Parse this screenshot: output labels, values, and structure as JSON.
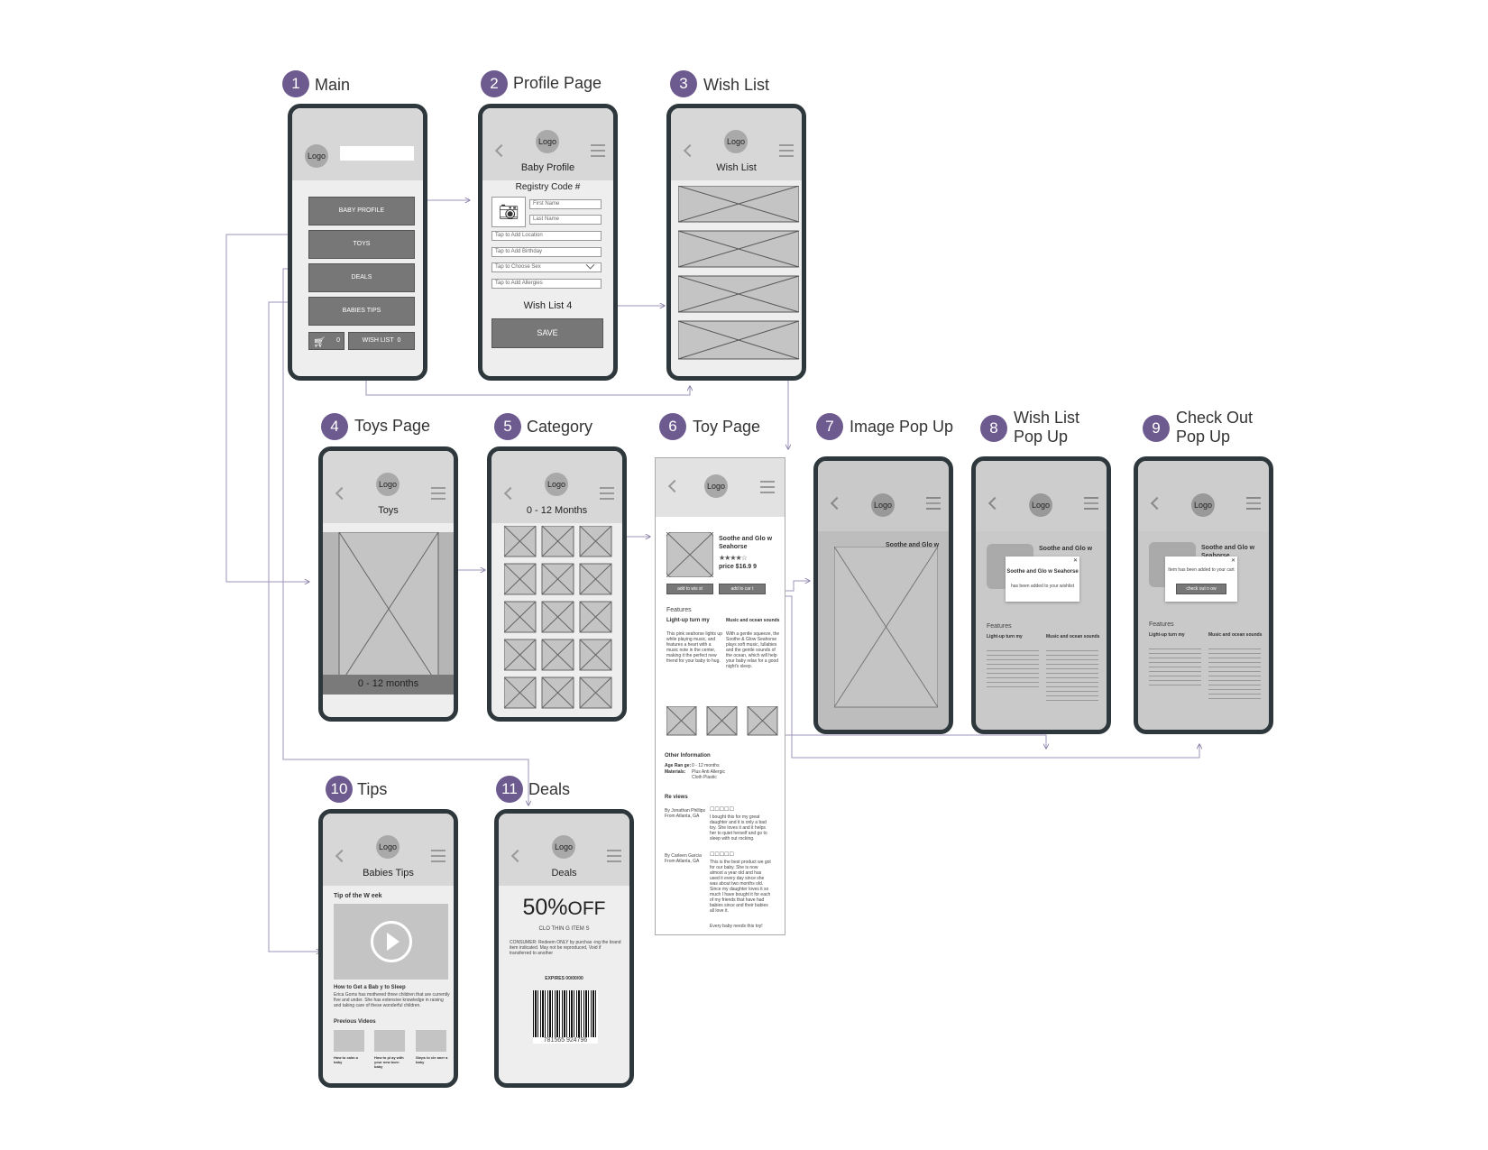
{
  "screens": {
    "s1": {
      "num": "1",
      "title": "Main",
      "logo": "Logo",
      "baby_profile": "BABY PROFILE",
      "toys": "TOYS",
      "deals": "DEALS",
      "babies_tips": "BABIES TIPS",
      "cart_count": "0",
      "wish_list": "WISH LIST",
      "wish_count": "0"
    },
    "s2": {
      "num": "2",
      "title": "Profile Page",
      "logo": "Logo",
      "page_title": "Baby Profile",
      "registry_code": "Registry Code #",
      "first_name": "First Name",
      "last_name": "Last Name",
      "location": "Tap to Add Location",
      "birthday": "Tap to Add Birthday",
      "sex": "Tap to Choose Sex",
      "allergies": "Tap to Add Allergies",
      "wish_list": "Wish List 4",
      "save": "SAVE"
    },
    "s3": {
      "num": "3",
      "title": "Wish List",
      "logo": "Logo",
      "page_title": "Wish List"
    },
    "s4": {
      "num": "4",
      "title": "Toys Page",
      "logo": "Logo",
      "page_title": "Toys",
      "caption": "0 - 12 months"
    },
    "s5": {
      "num": "5",
      "title": "Category",
      "logo": "Logo",
      "page_title": "0 - 12 Months"
    },
    "s6": {
      "num": "6",
      "title": "Toy Page",
      "logo": "Logo",
      "product": "Soothe and Glo w Seahorse",
      "price": "price $16.9 9",
      "add_wishlist": "add to wis  st",
      "add_cart": "add to car  t",
      "features": "Features",
      "feat1_title": "Light-up turn  my",
      "feat1_text": "This pink seahorse lights up while playing music, and features a heart with a music note in the center, making it the perfect new friend for your baby to hug.",
      "feat2_title": "Music and ocean sounds",
      "feat2_text": "With a gentle squeeze, the Soothe & Glow Seahorse plays soft music, lullabies and the gentle sounds of the ocean, which will help your baby relax for a good night's sleep.",
      "other_info": "Other Information",
      "age_range_label": "Age Ran ge:",
      "age_range": "0 - 12 months",
      "materials_label": "Materials:",
      "materials": "Plus Anti Allergic Cloth Plastic",
      "reviews": "Re views",
      "rev1_by": "By Jonathan Phillips From Atlanta, GA",
      "rev1_text": "I bought this for my great daughter and it is only a bad toy. She loves it and it helps her to quiet herself and go to sleep with out rocking.",
      "rev2_by": "By Carleen Garcia From Atlanta, GA",
      "rev2_text": "This is the best product we got for our baby. She is now almost a year old and has used it every day since she was about two months old. Since my daughter loves it so much I have bought it for each of my friends that have had babies since and their babies all love it.",
      "rev3_text": "Every baby needs this toy!"
    },
    "s7": {
      "num": "7",
      "title": "Image Pop Up",
      "logo": "Logo",
      "product": "Soothe and Glo  w"
    },
    "s8": {
      "num": "8",
      "title_l1": "Wish List",
      "title_l2": "Pop Up",
      "logo": "Logo",
      "product": "Soothe and Glo  w",
      "popup_title": "Soothe and Glo  w Seahorse",
      "popup_text": "has been added to your wishlist",
      "features": "Features",
      "feat1_title": "Light-up turn  my",
      "feat2_title": "Music and ocean sounds"
    },
    "s9": {
      "num": "9",
      "title_l1": "Check Out",
      "title_l2": "Pop Up",
      "logo": "Logo",
      "product": "Soothe and Glo  w Seahorse",
      "popup_text": "Item has been added to your cart",
      "checkout": "check out n  ow",
      "features": "Features",
      "feat1_title": "Light-up turn  my",
      "feat2_title": "Music and ocean sounds"
    },
    "s10": {
      "num": "10",
      "title": "Tips",
      "logo": "Logo",
      "page_title": "Babies Tips",
      "tip_week": "Tip of the W   eek",
      "video_title": "How to Get a Bab   y to Sleep",
      "video_text": "Erica Goms has mothered three children that are currently five and under. She has extensive knowledge in raising and taking care of these wonderful children.",
      "previous": "Previous Videos",
      "prev1": "How to calm a baby",
      "prev2": "How to pl ay with your new born baby",
      "prev3": "Steps to cle  aner a baby"
    },
    "s11": {
      "num": "11",
      "title": "Deals",
      "logo": "Logo",
      "page_title": "Deals",
      "percent": "50%",
      "off": "OFF",
      "clothing": "CLO THIN  G  ITEM S",
      "consumer": "CONSUMER: Redeem ONLY by purchas  -ing the brand item indicated. May not be reproduced, Void if transferred to another",
      "expires": "EXPIRES 00/00/00",
      "barcode_num": "781565 924796"
    }
  },
  "colors": {
    "accent": "#6d5a8f",
    "frame": "#2e383c",
    "button": "#777777",
    "placeholder": "#c4c4c4"
  }
}
